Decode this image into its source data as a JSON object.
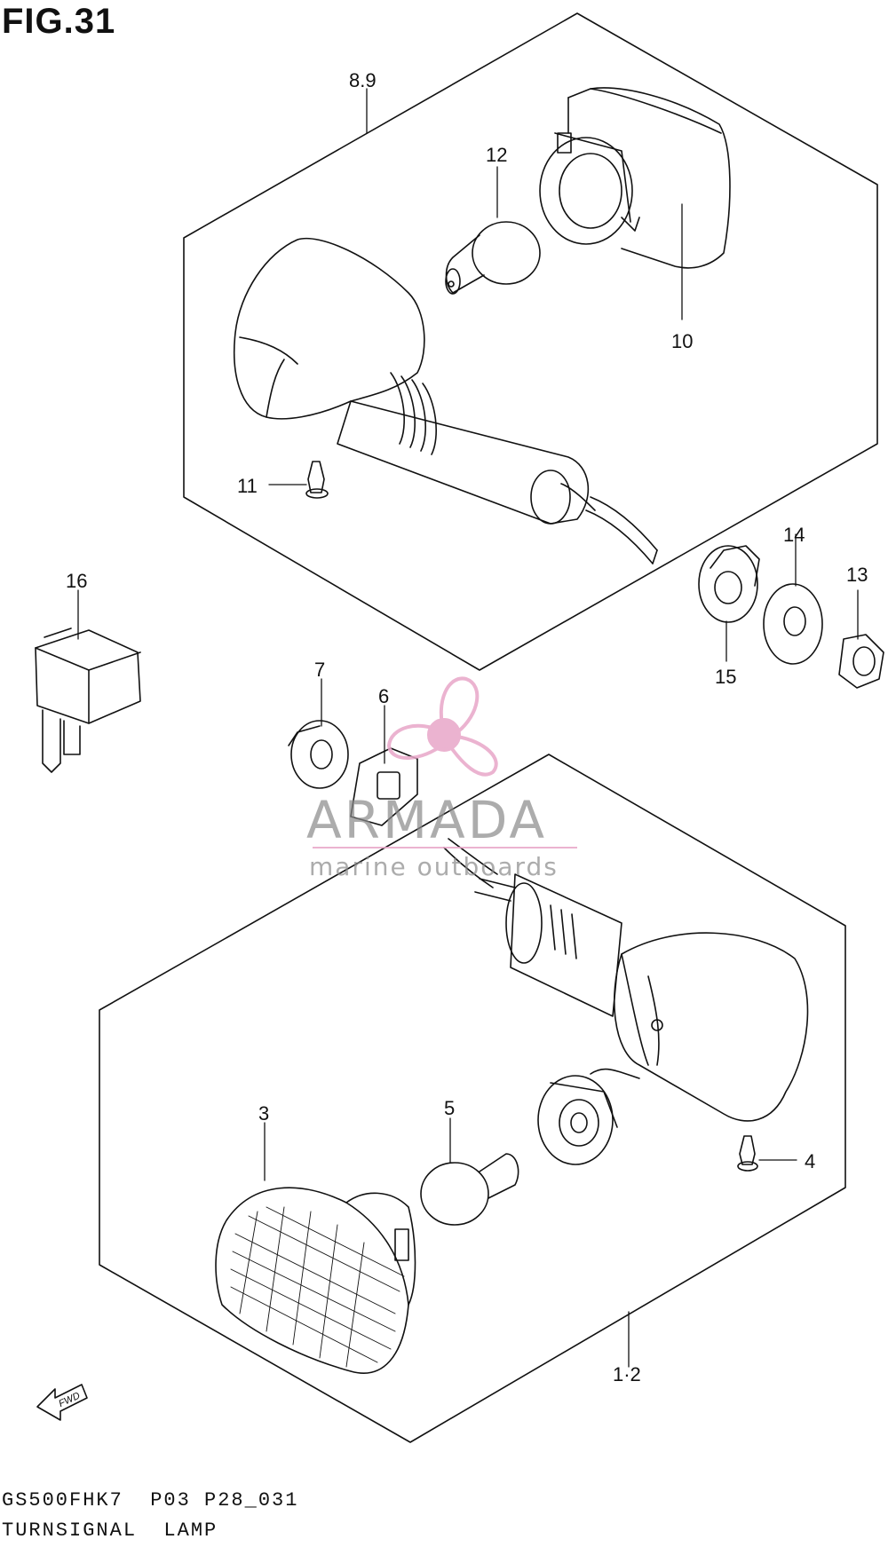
{
  "figure": {
    "title": "FIG.31",
    "model_code": "GS500FHK7  P03 P28_031",
    "name": "TURNSIGNAL  LAMP"
  },
  "callouts": [
    {
      "id": "c-89",
      "label": "8.9"
    },
    {
      "id": "c-12",
      "label": "12"
    },
    {
      "id": "c-10",
      "label": "10"
    },
    {
      "id": "c-11",
      "label": "11"
    },
    {
      "id": "c-16",
      "label": "16"
    },
    {
      "id": "c-14",
      "label": "14"
    },
    {
      "id": "c-13",
      "label": "13"
    },
    {
      "id": "c-15",
      "label": "15"
    },
    {
      "id": "c-7",
      "label": "7"
    },
    {
      "id": "c-6",
      "label": "6"
    },
    {
      "id": "c-3",
      "label": "3"
    },
    {
      "id": "c-5",
      "label": "5"
    },
    {
      "id": "c-4",
      "label": "4"
    },
    {
      "id": "c-12b",
      "label": "1·2"
    }
  ],
  "fwd_arrow": {
    "label": "FWD"
  },
  "watermark": {
    "brand": "ARMADA",
    "tagline": "marine outboards",
    "color": "#e8a6c8"
  },
  "colors": {
    "line": "#111111",
    "watermark_pink": "#e8a6c8",
    "watermark_gray": "#8a8a8a"
  }
}
